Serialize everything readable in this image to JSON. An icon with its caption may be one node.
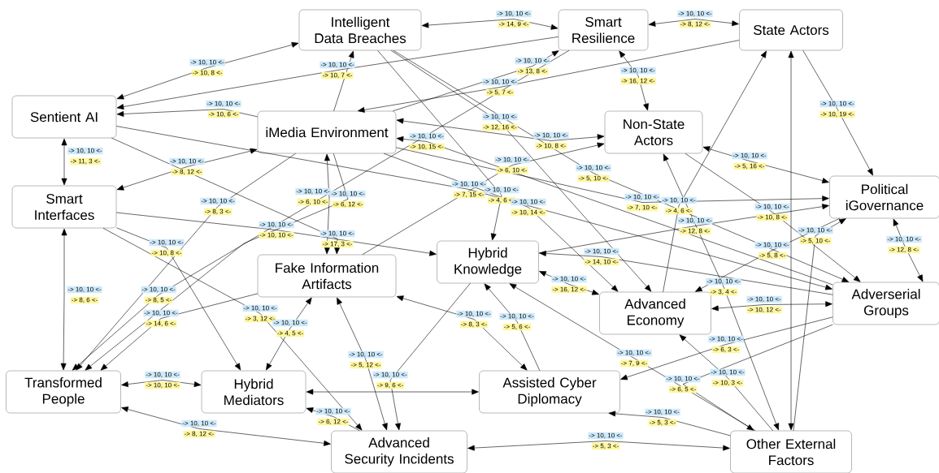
{
  "diagram": {
    "nodes": [
      {
        "text": [
          "Intelligent Data Breaches"
        ]
      },
      {
        "text": [
          "Smart Resilience"
        ]
      },
      {
        "text": [
          "State Actors"
        ]
      },
      {
        "text": [
          "Sentient AI"
        ]
      },
      {
        "text": [
          "iMedia Environment"
        ]
      },
      {
        "text": [
          "Non-State Actors"
        ]
      },
      {
        "text": [
          "Smart Interfaces"
        ]
      },
      {
        "text": [
          "Political iGovernance"
        ]
      },
      {
        "text": [
          "Hybrid Knowledge"
        ]
      },
      {
        "text": [
          "Fake Information Artifacts"
        ]
      },
      {
        "text": [
          "Adverserial Groups"
        ]
      },
      {
        "text": [
          "Advanced Economy"
        ]
      },
      {
        "text": [
          "Transformed People"
        ]
      },
      {
        "text": [
          "Hybrid Mediators"
        ]
      },
      {
        "text": [
          "Assisted Cyber Diplomacy"
        ]
      },
      {
        "text": [
          "Advanced Security Incidents"
        ]
      },
      {
        "text": [
          "Other External Factors"
        ]
      }
    ],
    "edges": [
      {
        "from": 0,
        "to": 1,
        "arrow": "both",
        "label": "-> 10, 10 <-"
      },
      {
        "from": 1,
        "to": 2,
        "arrow": "both",
        "label": "-> 10, 10 <-"
      },
      {
        "from": 3,
        "to": 0,
        "arrow": "both",
        "label": "-> 10, 10 <-"
      },
      {
        "from": 1,
        "to": 3,
        "arrow": "to",
        "label": "-> 10, 10 <-"
      },
      {
        "from": 4,
        "to": 1,
        "arrow": "to",
        "label": "-> 10, 10 <-"
      },
      {
        "from": 1,
        "to": 5,
        "arrow": "both",
        "label": "-> 10, 10 <-"
      },
      {
        "from": 2,
        "to": 4,
        "arrow": "to",
        "label": "-> 10, 10 <-"
      },
      {
        "from": 4,
        "to": 3,
        "arrow": "to",
        "label": "-> 10, 10 <-"
      },
      {
        "from": 2,
        "to": 7,
        "arrow": "to",
        "label": "-> 10, 10 <-"
      },
      {
        "from": 0,
        "to": 11,
        "arrow": "to",
        "label": "-> 10, 10 <-"
      },
      {
        "from": 10,
        "to": 4,
        "arrow": "to",
        "label": "-> 10, 10 <-"
      },
      {
        "from": 4,
        "to": 5,
        "arrow": "both",
        "label": "-> 10, 10 <-"
      },
      {
        "from": 3,
        "to": 6,
        "arrow": "both",
        "label": "-> 10, 10 <-"
      },
      {
        "from": 6,
        "to": 4,
        "arrow": "both",
        "label": "-> 10, 10 <-"
      },
      {
        "from": 9,
        "to": 5,
        "arrow": "to",
        "label": "-> 10, 10 <-"
      },
      {
        "from": 5,
        "to": 7,
        "arrow": "both",
        "label": "-> 10, 10 <-"
      },
      {
        "from": 0,
        "to": 10,
        "arrow": "to",
        "label": "-> 10, 10 <-"
      },
      {
        "from": 4,
        "to": 12,
        "arrow": "to",
        "label": "-> 10, 10 <-"
      },
      {
        "from": 4,
        "to": 9,
        "arrow": "both",
        "label": "-> 10, 10 <-"
      },
      {
        "from": 4,
        "to": 12,
        "arrow": "to",
        "label": "-> 10, 10 <-"
      },
      {
        "from": 3,
        "to": 10,
        "arrow": "to",
        "label": "-> 10, 10 <-"
      },
      {
        "from": 0,
        "to": 8,
        "arrow": "to",
        "label": "-> 10, 10 <-"
      },
      {
        "from": 4,
        "to": 11,
        "arrow": "to",
        "label": "-> 10, 10 <-"
      },
      {
        "from": 4,
        "to": 7,
        "arrow": "to",
        "label": "-> 10, 10 <-"
      },
      {
        "from": 11,
        "to": 2,
        "arrow": "to",
        "label": "-> 10, 10 <-"
      },
      {
        "from": 5,
        "to": 10,
        "arrow": "to",
        "label": "-> 10, 10 <-"
      },
      {
        "from": 6,
        "to": 13,
        "arrow": "to",
        "label": "-> 10, 10 <-"
      },
      {
        "from": 6,
        "to": 8,
        "arrow": "to",
        "label": "-> 10, 10 <-"
      },
      {
        "from": 3,
        "to": 9,
        "arrow": "to",
        "label": "-> 10, 10 <-"
      },
      {
        "from": 8,
        "to": 7,
        "arrow": "to",
        "label": "-> 10, 10 <-"
      },
      {
        "from": 16,
        "to": 7,
        "arrow": "to",
        "label": "-> 10, 10 <-"
      },
      {
        "from": 7,
        "to": 11,
        "arrow": "to",
        "label": "-> 10, 10 <-"
      },
      {
        "from": 7,
        "to": 10,
        "arrow": "both",
        "label": "-> 10, 10 <-"
      },
      {
        "from": 10,
        "to": 8,
        "arrow": "to",
        "label": "-> 10, 10 <-"
      },
      {
        "from": 6,
        "to": 12,
        "arrow": "both",
        "label": "-> 10, 10 <-"
      },
      {
        "from": 1,
        "to": 12,
        "arrow": "to",
        "label": "-> 10, 10 <-"
      },
      {
        "from": 8,
        "to": 11,
        "arrow": "both",
        "label": "-> 10, 10 <-"
      },
      {
        "from": 5,
        "to": 16,
        "arrow": "both",
        "label": "-> 10, 10 <-"
      },
      {
        "from": 10,
        "to": 11,
        "arrow": "both",
        "label": "-> 10, 10 <-"
      },
      {
        "from": 9,
        "to": 12,
        "arrow": "to",
        "label": "-> 10, 10 <-"
      },
      {
        "from": 6,
        "to": 15,
        "arrow": "to",
        "label": "-> 10, 10 <-"
      },
      {
        "from": 9,
        "to": 13,
        "arrow": "both",
        "label": "-> 10, 10 <-"
      },
      {
        "from": 9,
        "to": 14,
        "arrow": "both",
        "label": "-> 10, 10 <-"
      },
      {
        "from": 14,
        "to": 8,
        "arrow": "to",
        "label": "-> 10, 10 <-"
      },
      {
        "from": 16,
        "to": 8,
        "arrow": "to",
        "label": "-> 10, 10 <-"
      },
      {
        "from": 10,
        "to": 14,
        "arrow": "to",
        "label": "-> 10, 10 <-"
      },
      {
        "from": 12,
        "to": 13,
        "arrow": "both",
        "label": "-> 10, 10 <-"
      },
      {
        "from": 9,
        "to": 15,
        "arrow": "both",
        "label": "-> 10, 10 <-"
      },
      {
        "from": 8,
        "to": 15,
        "arrow": "to",
        "label": "-> 10, 10 <-"
      },
      {
        "from": 10,
        "to": 16,
        "arrow": "to",
        "label": "-> 10, 10 <-"
      },
      {
        "from": 16,
        "to": 11,
        "arrow": "to",
        "label": "-> 10, 10 <-"
      },
      {
        "from": 15,
        "to": 13,
        "arrow": "to",
        "label": "-> 10, 10 <-"
      },
      {
        "from": 16,
        "to": 14,
        "arrow": "to",
        "label": "-> 10, 10 <-"
      },
      {
        "from": 12,
        "to": 15,
        "arrow": "both",
        "label": "-> 10, 10 <-"
      },
      {
        "from": 15,
        "to": 16,
        "arrow": "both",
        "label": "-> 10, 10 <-"
      },
      {
        "from": 4,
        "to": 0,
        "arrow": "to"
      },
      {
        "from": 2,
        "to": 16,
        "arrow": "both"
      },
      {
        "from": 13,
        "to": 14,
        "arrow": "both"
      }
    ],
    "labels": [
      "-> 14, 9 <-",
      "-> 8, 12 <-",
      "-> 10, 8 <-",
      "-> 10, 7 <-",
      "-> 13, 8 <-",
      "-> 16, 12 <-",
      "-> 5, 7 <-",
      "-> 10, 6 <-",
      "-> 10, 19 <-",
      "-> 12, 16 <-",
      "-> 10, 15 <-",
      "-> 10, 8 <-",
      "-> 11, 3 <-",
      "-> 8, 12 <-",
      "-> 6, 10 <-",
      "-> 5, 16 <-",
      "-> 5, 10 <-",
      "-> 8, 3 <-",
      "-> 6, 10 <-",
      "-> 6, 12 <-",
      "-> 7, 15 <-",
      "-> 4, 6 <-",
      "-> 10, 14 <-",
      "-> 7, 10 <-",
      "-> 4, 6 <-",
      "-> 10, 8 <-",
      "-> 10, 8 <-",
      "-> 10, 10 <-",
      "-> 17, 3 <-",
      "-> 12, 8 <-",
      "-> 5, 10 <-",
      "-> 5, 8 <-",
      "-> 12, 8 <-",
      "-> 14, 10 <-",
      "-> 8, 6 <-",
      "-> 8, 5 <-",
      "-> 16, 12 <-",
      "-> 3, 4 <-",
      "-> 10, 12 <-",
      "-> 14, 6 <-",
      "-> 3, 12 <-",
      "-> 4, 5 <-",
      "-> 8, 3 <-",
      "-> 5, 6 <-",
      "-> 7, 9 <-",
      "-> 6, 3 <-",
      "-> 10, 10 <-",
      "-> 5, 12 <-",
      "-> 9, 6 <-",
      "-> 6, 5 <-",
      "-> 10, 3 <-",
      "-> 6, 12 <-",
      "-> 5, 3 <-",
      "-> 8, 12 <-",
      "-> 5, 3 <-"
    ]
  }
}
